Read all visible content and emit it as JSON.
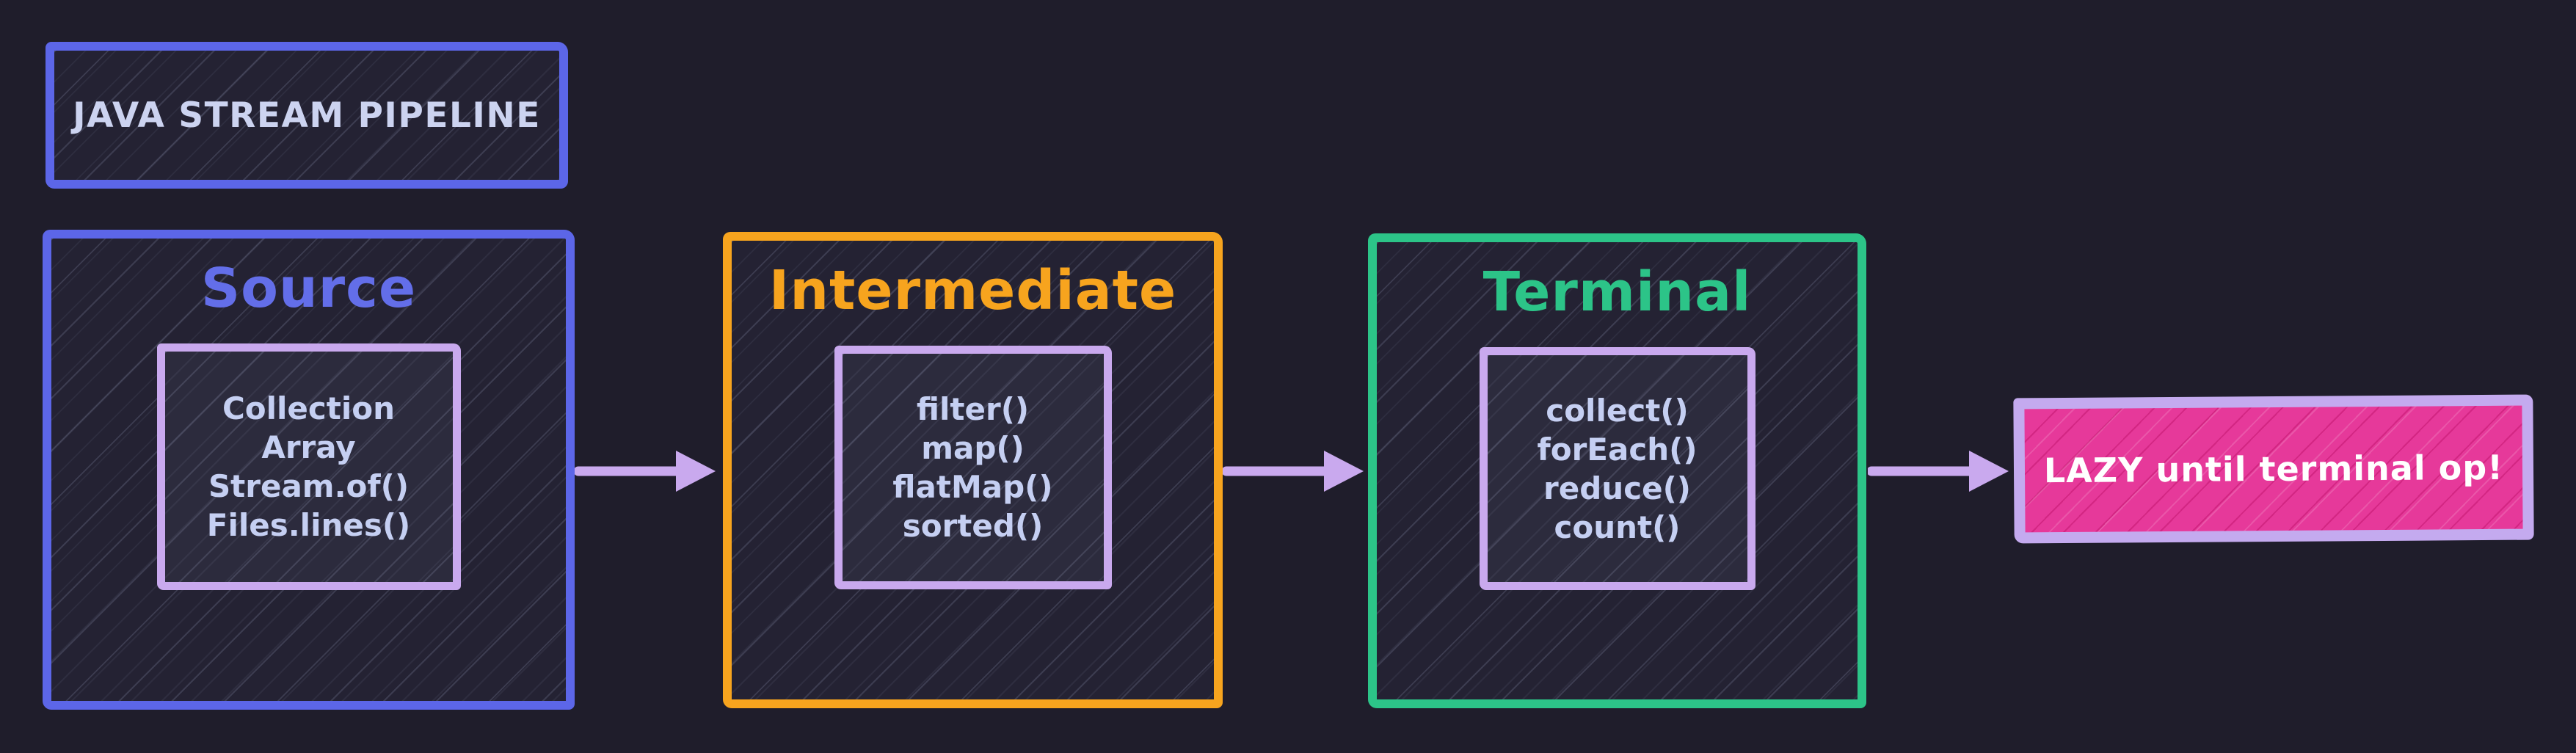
{
  "diagram": {
    "title": "JAVA STREAM PIPELINE",
    "stages": [
      {
        "label": "Source",
        "accent": "#5c66e8",
        "items": [
          "Collection",
          "Array",
          "Stream.of()",
          "Files.lines()"
        ]
      },
      {
        "label": "Intermediate",
        "accent": "#f7a41e",
        "items": [
          "filter()",
          "map()",
          "flatMap()",
          "sorted()"
        ]
      },
      {
        "label": "Terminal",
        "accent": "#2cc488",
        "items": [
          "collect()",
          "forEach()",
          "reduce()",
          "count()"
        ]
      }
    ],
    "note": {
      "text": "LAZY until terminal op!",
      "fill": "#e6399a",
      "border": "#c4aaef",
      "text_color": "#ffffff"
    },
    "arrow_color": "#c9a9ee",
    "inner_border_color": "#c9a9ee",
    "body_text_color": "#c5cff2",
    "background_color": "#1f1d2b",
    "box_fill_color": "#242233"
  }
}
